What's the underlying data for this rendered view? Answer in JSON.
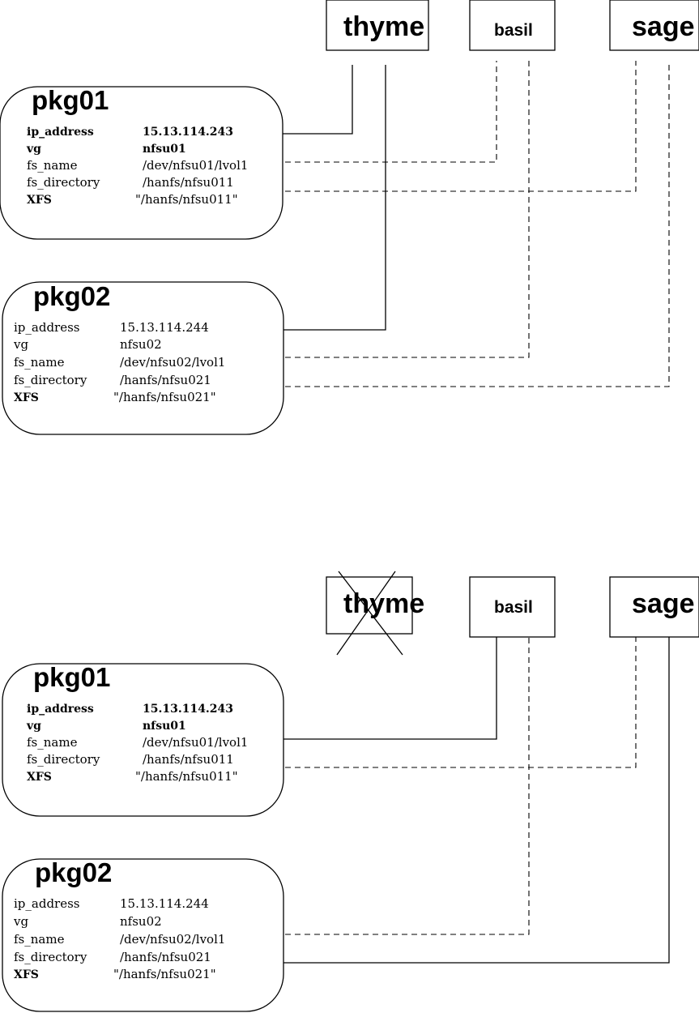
{
  "nodes": {
    "thyme": "thyme",
    "basil": "basil",
    "sage": "sage"
  },
  "top_diagram": {
    "pkg01": {
      "title": "pkg01",
      "fields": [
        {
          "key": "ip_address",
          "value": "15.13.114.243"
        },
        {
          "key": "vg",
          "value": "nfsu01"
        },
        {
          "key": "fs_name",
          "value": "/dev/nfsu01/lvol1"
        },
        {
          "key": "fs_directory",
          "value": "/hanfs/nfsu011"
        },
        {
          "key": "XFS",
          "value": "\"/hanfs/nfsu011\""
        }
      ]
    },
    "pkg02": {
      "title": "pkg02",
      "fields": [
        {
          "key": "ip_address",
          "value": "15.13.114.244"
        },
        {
          "key": "vg",
          "value": "nfsu02"
        },
        {
          "key": "fs_name",
          "value": "/dev/nfsu02/lvol1"
        },
        {
          "key": "fs_directory",
          "value": "/hanfs/nfsu021"
        },
        {
          "key": "XFS",
          "value": "\"/hanfs/nfsu021\""
        }
      ]
    }
  },
  "bottom_diagram": {
    "failed_node": "thyme",
    "pkg01": {
      "title": "pkg01",
      "fields": [
        {
          "key": "ip_address",
          "value": "15.13.114.243"
        },
        {
          "key": "vg",
          "value": "nfsu01"
        },
        {
          "key": "fs_name",
          "value": "/dev/nfsu01/lvol1"
        },
        {
          "key": "fs_directory",
          "value": "/hanfs/nfsu011"
        },
        {
          "key": "XFS",
          "value": "\"/hanfs/nfsu011\""
        }
      ]
    },
    "pkg02": {
      "title": "pkg02",
      "fields": [
        {
          "key": "ip_address",
          "value": "15.13.114.244"
        },
        {
          "key": "vg",
          "value": "nfsu02"
        },
        {
          "key": "fs_name",
          "value": "/dev/nfsu02/lvol1"
        },
        {
          "key": "fs_directory",
          "value": "/hanfs/nfsu021"
        },
        {
          "key": "XFS",
          "value": "\"/hanfs/nfsu021\""
        }
      ]
    }
  }
}
